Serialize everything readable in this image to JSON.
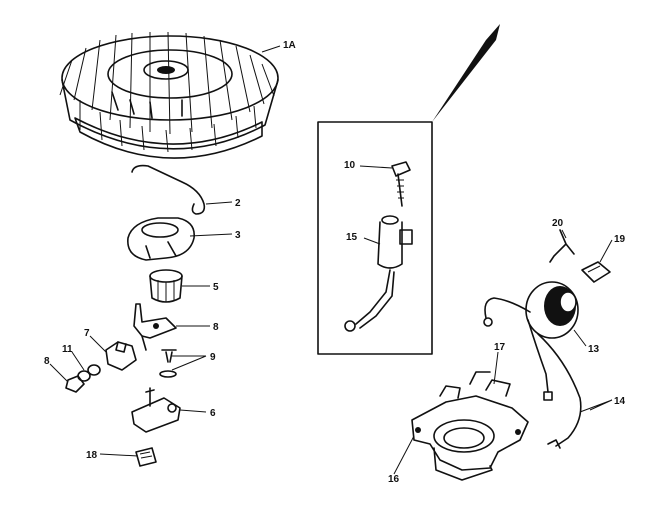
{
  "diagram": {
    "callouts": [
      {
        "id": "label-1a",
        "text": "1A"
      },
      {
        "id": "label-2",
        "text": "2"
      },
      {
        "id": "label-3",
        "text": "3"
      },
      {
        "id": "label-5",
        "text": "5"
      },
      {
        "id": "label-8-bracket",
        "text": "8"
      },
      {
        "id": "label-9",
        "text": "9"
      },
      {
        "id": "label-6",
        "text": "6"
      },
      {
        "id": "label-7",
        "text": "7"
      },
      {
        "id": "label-11",
        "text": "11"
      },
      {
        "id": "label-8-left",
        "text": "8"
      },
      {
        "id": "label-18",
        "text": "18"
      },
      {
        "id": "label-10",
        "text": "10"
      },
      {
        "id": "label-15",
        "text": "15"
      },
      {
        "id": "label-20",
        "text": "20"
      },
      {
        "id": "label-19",
        "text": "19"
      },
      {
        "id": "label-13",
        "text": "13"
      },
      {
        "id": "label-17",
        "text": "17"
      },
      {
        "id": "label-14",
        "text": "14"
      },
      {
        "id": "label-16",
        "text": "16"
      }
    ],
    "colors": {
      "ink": "#111111",
      "paper": "#ffffff"
    }
  }
}
